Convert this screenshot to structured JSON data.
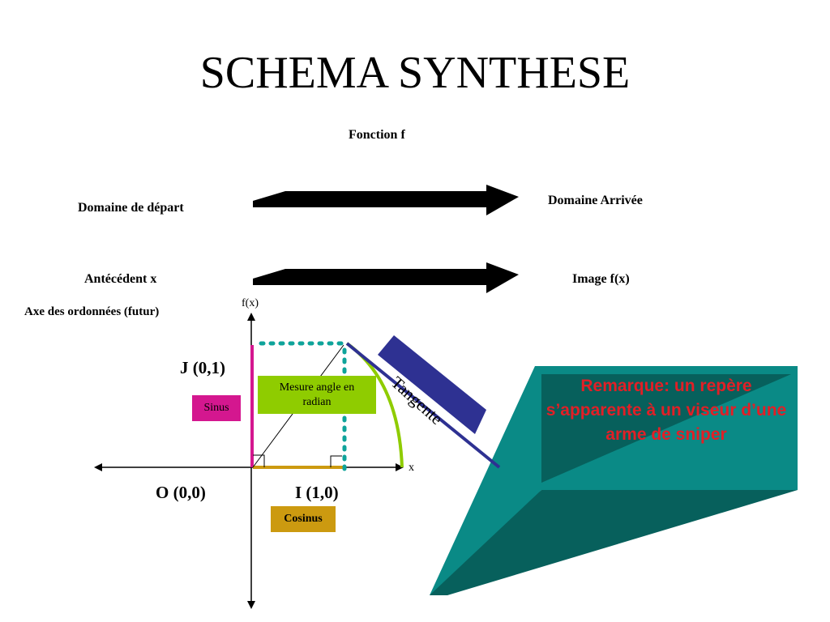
{
  "slide": {
    "title": "SCHEMA SYNTHESE",
    "function_label": "Fonction f",
    "domain_start": "Domaine de départ",
    "domain_end": "Domaine Arrivée",
    "antecedent": "Antécédent x",
    "image": "Image f(x)",
    "ordinate_axis_label": "Axe des ordonnées (futur)"
  },
  "axes": {
    "y_label": "f(x)",
    "x_label": "x"
  },
  "points": {
    "J": "J (0,1)",
    "O": "O (0,0)",
    "I": "I (1,0)"
  },
  "boxes": {
    "sinus": "Sinus",
    "cosinus": "Cosinus",
    "angle": "Mesure angle en radian",
    "tangente": "Tangente"
  },
  "callout": {
    "text": "Remarque: un repère s’apparente à un viseur d’une arme de sniper"
  },
  "colors": {
    "sinus": "#d4178f",
    "cosinus": "#cc9a10",
    "angle": "#8fcc00",
    "tangente": "#2e3192",
    "dotted": "#0ea39a",
    "callout_light": "#0a8a86",
    "callout_dark": "#07605c",
    "remark": "#e21f26"
  }
}
